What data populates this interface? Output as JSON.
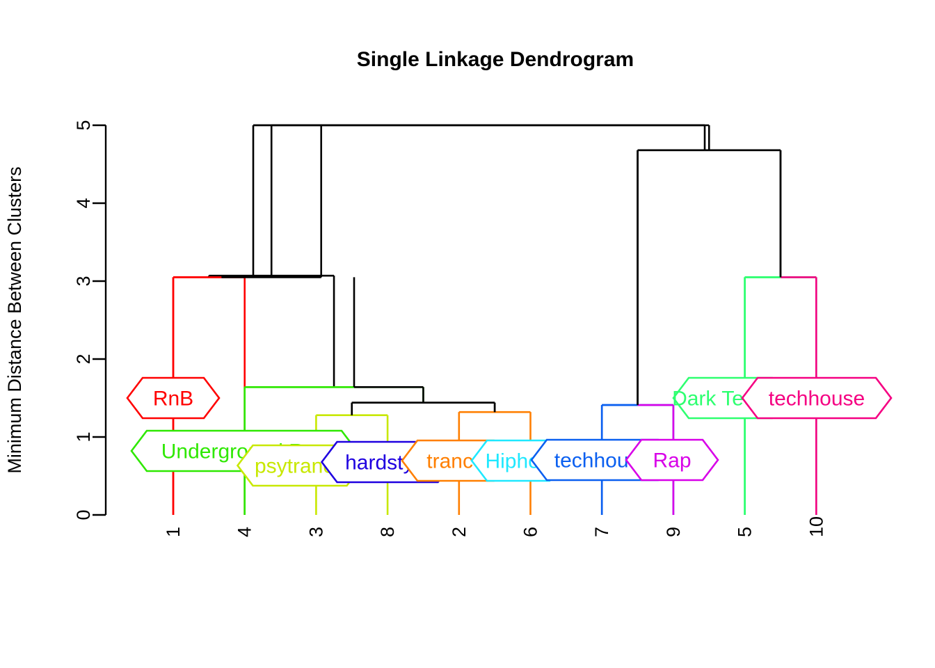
{
  "chart_data": {
    "type": "tree",
    "title": "Single Linkage Dendrogram",
    "xlabel": "",
    "ylabel": "Minimum Distance Between Clusters",
    "ylim": [
      0,
      5
    ],
    "y_ticks": [
      "0",
      "1",
      "2",
      "3",
      "4",
      "5"
    ],
    "grid": false,
    "legend": "none",
    "leaf_order": [
      "1",
      "4",
      "3",
      "8",
      "2",
      "6",
      "7",
      "9",
      "5",
      "10"
    ],
    "leaf_labels": [
      {
        "id": "1",
        "tick": "1",
        "genre": "RnB",
        "color": "#FF0000"
      },
      {
        "id": "4",
        "tick": "4",
        "genre": "Underground Rap",
        "color": "#2EE800"
      },
      {
        "id": "3",
        "tick": "3",
        "genre": "psytrance",
        "color": "#C8E800"
      },
      {
        "id": "8",
        "tick": "8",
        "genre": "hardstyle",
        "color": "#1F00E0"
      },
      {
        "id": "2",
        "tick": "2",
        "genre": "trance",
        "color": "#FF7F00"
      },
      {
        "id": "6",
        "tick": "6",
        "genre": "Hiphop",
        "color": "#1FE8FF"
      },
      {
        "id": "7",
        "tick": "7",
        "genre": "techhouse",
        "color": "#0A5FF0"
      },
      {
        "id": "9",
        "tick": "9",
        "genre": "Rap",
        "color": "#D800E8"
      },
      {
        "id": "5",
        "tick": "5",
        "genre": "Dark Techno",
        "color": "#2EFF70"
      },
      {
        "id": "10",
        "tick": "10",
        "genre": "techhouse",
        "color": "#F50082"
      }
    ],
    "merges": [
      {
        "name": "n1",
        "left": "1",
        "right": "4",
        "height": 3.05,
        "color": "#FF0000"
      },
      {
        "name": "n2",
        "left": "3",
        "right": "8",
        "height": 1.28,
        "color": "#C8E800"
      },
      {
        "name": "n3",
        "left": "2",
        "right": "6",
        "height": 1.32,
        "color": "#FF7F00"
      },
      {
        "name": "n4",
        "left": "7",
        "right": "9",
        "height": 1.41,
        "color": "#0A5FF0"
      },
      {
        "name": "n5",
        "left": "5",
        "right": "10",
        "height": 3.05,
        "color": "#2EFF70"
      },
      {
        "name": "n6",
        "left": "n2",
        "right": "n3",
        "height": 1.44,
        "color": "#000000"
      },
      {
        "name": "n7",
        "left": "4g",
        "right": "n6",
        "height": 1.64,
        "color": "#2EE800"
      },
      {
        "name": "n8",
        "left": "n1",
        "right": "n7",
        "height": 3.07,
        "color": "#000000"
      },
      {
        "name": "n9",
        "left": "n4",
        "right": "n5",
        "height": 4.68,
        "color": "#000000"
      },
      {
        "name": "root",
        "left": "n8",
        "right": "n9",
        "height": 5.0,
        "color": "#000000"
      }
    ],
    "merge_heights_list": [
      1.28,
      1.32,
      1.41,
      1.44,
      1.64,
      3.05,
      3.05,
      3.07,
      4.68,
      5.0
    ]
  }
}
